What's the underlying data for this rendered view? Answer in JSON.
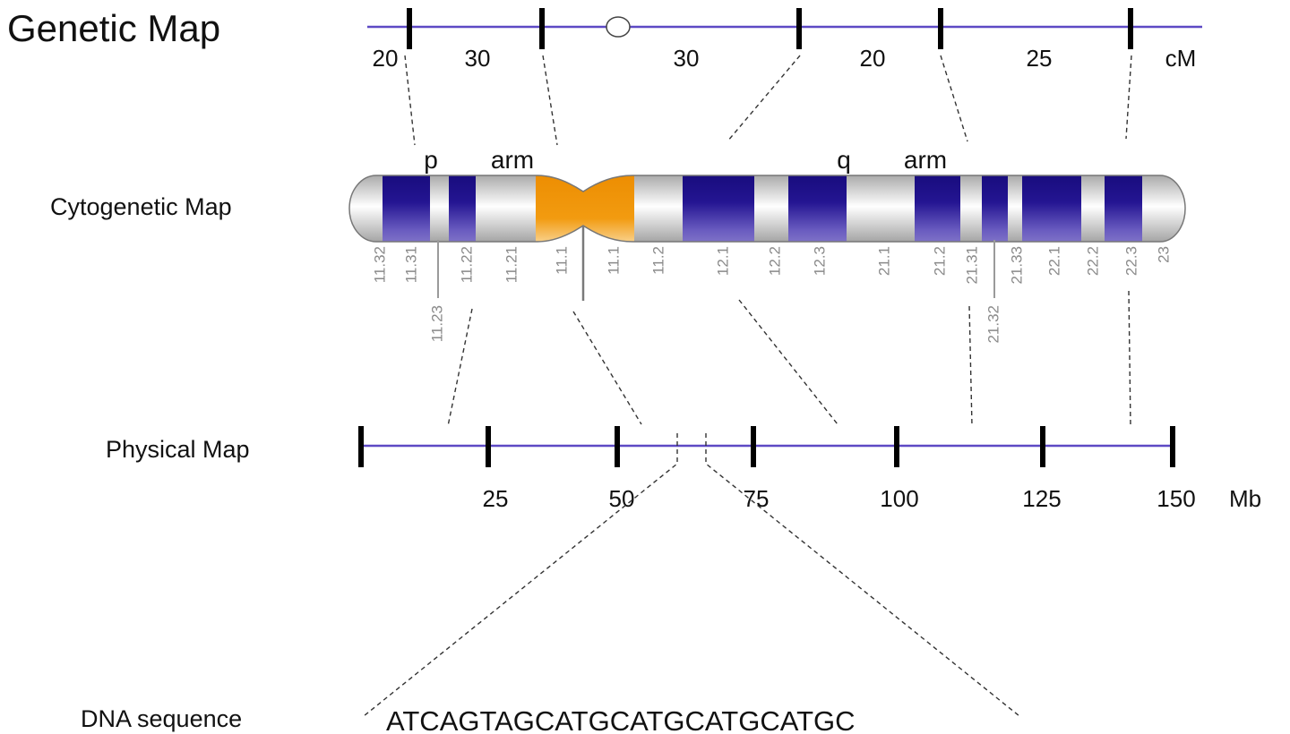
{
  "labels": {
    "genetic_map": "Genetic Map",
    "cytogenetic_map": "Cytogenetic Map",
    "physical_map": "Physical Map",
    "dna_sequence": "DNA sequence"
  },
  "genetic_map": {
    "unit": "cM",
    "intervals": [
      "20",
      "30",
      "30",
      "20",
      "25"
    ]
  },
  "chromosome": {
    "p_arm": [
      "p",
      "arm"
    ],
    "q_arm": [
      "q",
      "arm"
    ],
    "band_labels": [
      "11.32",
      "11.31",
      "11.23",
      "11.22",
      "11.21",
      "11.1",
      "11.1",
      "11.2",
      "12.1",
      "12.2",
      "12.3",
      "21.1",
      "21.2",
      "21.31",
      "21.32",
      "21.33",
      "22.1",
      "22.2",
      "22.3",
      "23"
    ],
    "colors": {
      "dark_band": "#1a0d80",
      "light_band": "#cfcfcf",
      "centromere": "#ef9200"
    }
  },
  "physical_map": {
    "unit": "Mb",
    "ticks": [
      "25",
      "50",
      "75",
      "100",
      "125",
      "150"
    ]
  },
  "dna": {
    "sequence": "ATCAGTAGCATGCATGCATGCATGC"
  },
  "colors": {
    "axis_line": "#5d49c4"
  }
}
